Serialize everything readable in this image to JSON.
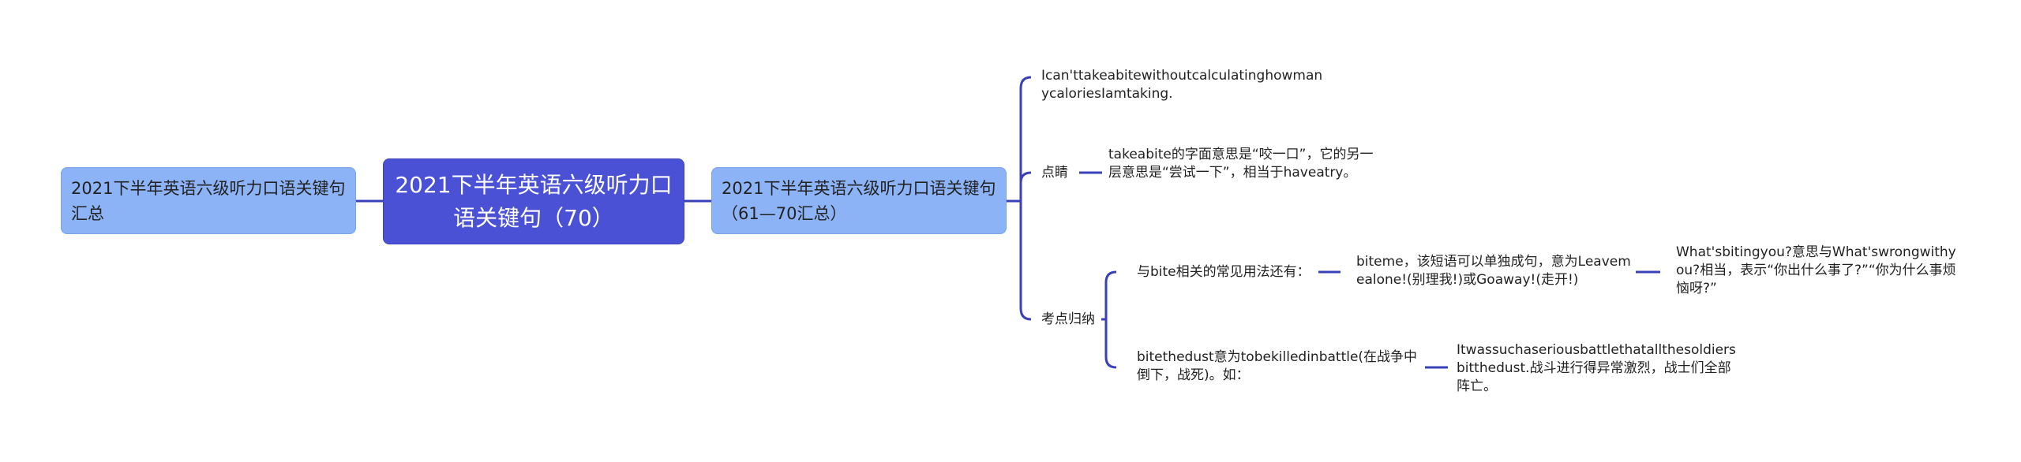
{
  "root": {
    "label": "2021下半年英语六级听力口语关键句（70）"
  },
  "left_node": {
    "label": "2021下半年英语六级听力口语关键句汇总"
  },
  "right_node": {
    "label": "2021下半年英语六级听力口语关键句（61—70汇总）"
  },
  "branches": {
    "sentence": "Ican'ttakeabitewithoutcalculatinghowmanycaloriesIamtaking.",
    "highlight": {
      "label": "点睛",
      "text": "takeabite的字面意思是“咬一口”，它的另一层意思是“尝试一下”，相当于haveatry。"
    },
    "summary": {
      "label": "考点归纳",
      "item1": {
        "label": "与bite相关的常见用法还有：",
        "child": "biteme，该短语可以单独成句，意为Leavemealone!(别理我!)或Goaway!(走开!)",
        "grandchild": "What'sbitingyou?意思与What'swrongwithyou?相当，表示“你出什么事了?”“你为什么事烦恼呀?”"
      },
      "item2": {
        "label": "bitethedust意为tobekilledinbattle(在战争中倒下，战死)。如：",
        "child": "Itwassuchaseriousbattlethatallthesoldiersbitthedust.战斗进行得异常激烈，战士们全部阵亡。"
      }
    }
  },
  "colors": {
    "center": "#4a51d4",
    "side": "#8db3f7",
    "line": "#3a40b8"
  }
}
